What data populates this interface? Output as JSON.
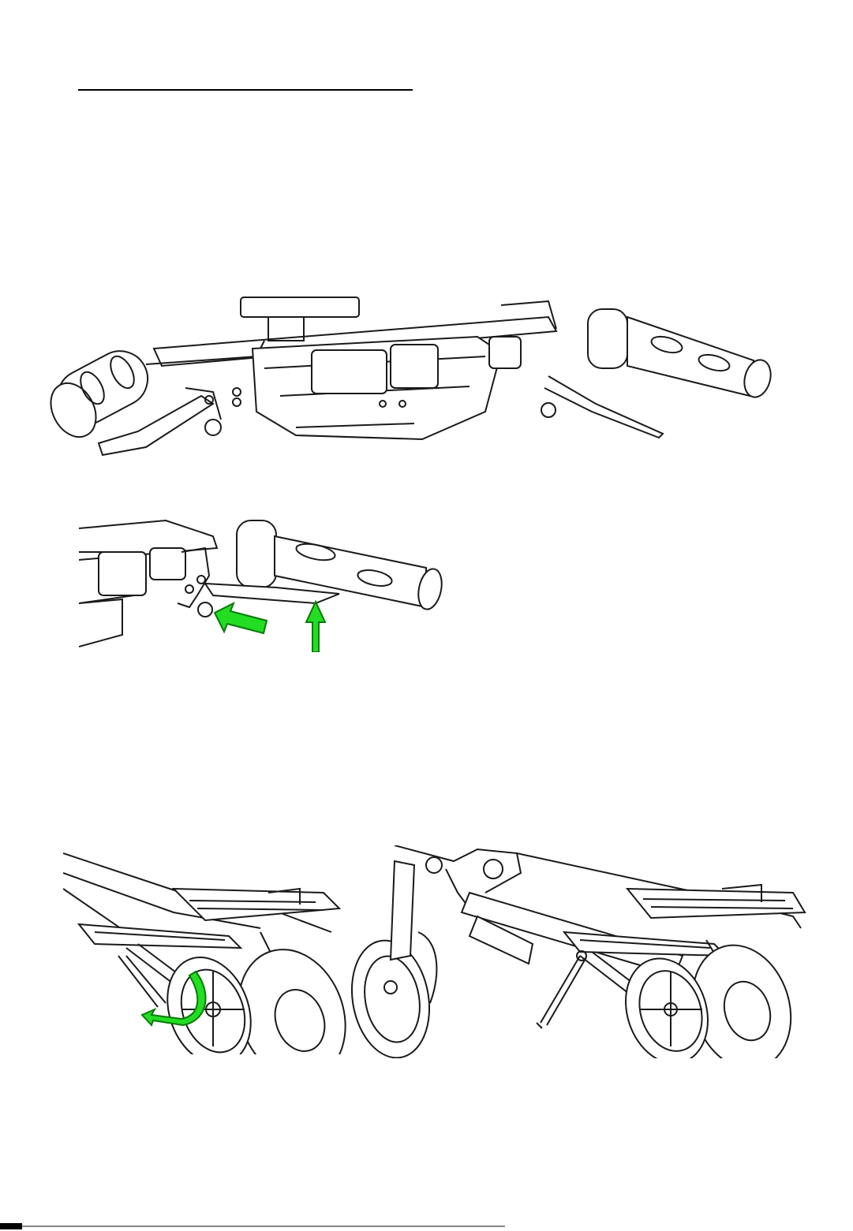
{
  "colors": {
    "line_art": "#1a1a1a",
    "arrow_fill": "#22dd22",
    "arrow_stroke": "#0a7a0a",
    "background": "#ffffff"
  },
  "illustrations": [
    {
      "id": "handlebar",
      "icon": "handlebar-line-drawing"
    },
    {
      "id": "lever-detail",
      "icon": "brake-lever-line-drawing",
      "arrows": 2
    },
    {
      "id": "stand-fold",
      "icon": "scooter-rear-wheel-line-drawing",
      "arrows": 1
    },
    {
      "id": "stand-deployed",
      "icon": "scooter-kickstand-line-drawing",
      "arrows": 0
    }
  ]
}
